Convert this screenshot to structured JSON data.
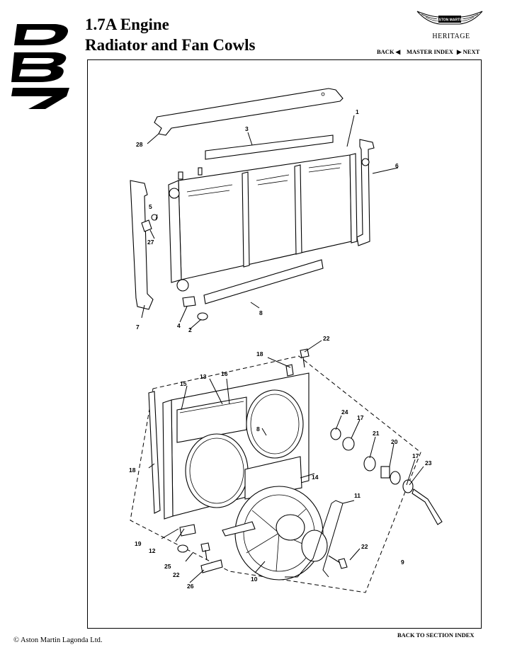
{
  "header": {
    "title_line1": "1.7A Engine",
    "title_line2": "Radiator and Fan Cowls",
    "brand_text": "ASTON MARTIN",
    "heritage": "HERITAGE"
  },
  "nav": {
    "back": "BACK ◀",
    "master_index": "MASTER INDEX",
    "next": "▶ NEXT"
  },
  "footer": {
    "copyright": "© Aston Martin Lagonda Ltd.",
    "back_to_section": "BACK TO SECTION INDEX"
  },
  "callouts": [
    {
      "label": "1"
    },
    {
      "label": "2"
    },
    {
      "label": "3"
    },
    {
      "label": "4"
    },
    {
      "label": "5"
    },
    {
      "label": "6"
    },
    {
      "label": "7"
    },
    {
      "label": "8"
    },
    {
      "label": "27"
    },
    {
      "label": "28"
    },
    {
      "label": "22"
    },
    {
      "label": "18"
    },
    {
      "label": "13"
    },
    {
      "label": "16"
    },
    {
      "label": "15"
    },
    {
      "label": "8"
    },
    {
      "label": "24"
    },
    {
      "label": "17"
    },
    {
      "label": "21"
    },
    {
      "label": "20"
    },
    {
      "label": "17"
    },
    {
      "label": "23"
    },
    {
      "label": "18"
    },
    {
      "label": "14"
    },
    {
      "label": "11"
    },
    {
      "label": "19"
    },
    {
      "label": "12"
    },
    {
      "label": "25"
    },
    {
      "label": "22"
    },
    {
      "label": "26"
    },
    {
      "label": "10"
    },
    {
      "label": "22"
    },
    {
      "label": "9"
    }
  ]
}
